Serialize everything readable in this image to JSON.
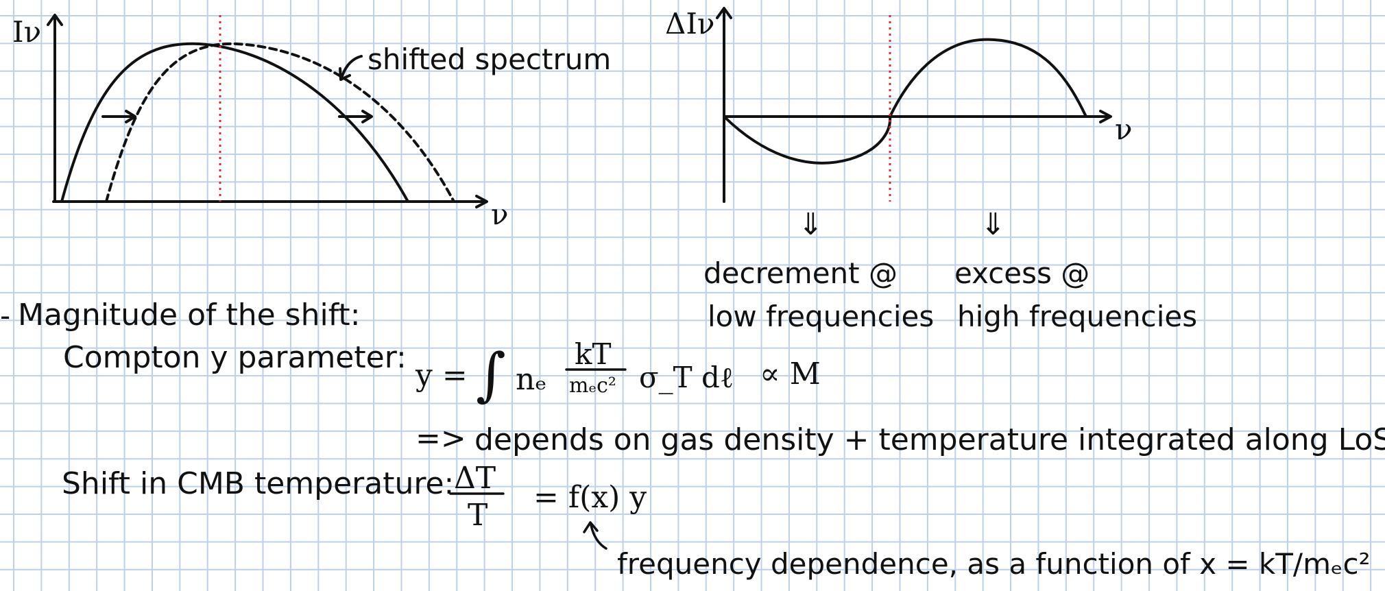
{
  "colors": {
    "ink": "#111111",
    "marker": "#e0292e",
    "grid": "#bcd0e8"
  },
  "diagram_left": {
    "y_axis_label": "Iν",
    "x_axis_label": "ν",
    "annotation": "shifted spectrum"
  },
  "diagram_right": {
    "y_axis_label": "ΔIν",
    "x_axis_label": "ν",
    "arrow_left": "⇓",
    "arrow_right": "⇓",
    "note_left_line1": "decrement @",
    "note_left_line2": "low frequencies",
    "note_right_line1": "excess @",
    "note_right_line2": "high frequencies"
  },
  "notes": {
    "bullet": "-",
    "magnitude_heading": "Magnitude of the shift:",
    "compton_label": "Compton y parameter:",
    "y_lhs": "y =",
    "integral_sign": "∫",
    "n_e": "nₑ",
    "frac_num": "kT",
    "frac_den": "mₑc²",
    "sigma_dl": "σ_T dℓ",
    "proportional": "∝ M",
    "implies_arrow": "=>",
    "depends_text": "depends on gas density + temperature integrated along LoS",
    "shift_label": "Shift in CMB temperature:",
    "dt_num": "ΔT",
    "dt_den": "T",
    "equals_fx": "= f(x) y",
    "freq_dep": "frequency dependence, as a function of x = kT/mₑc²"
  }
}
